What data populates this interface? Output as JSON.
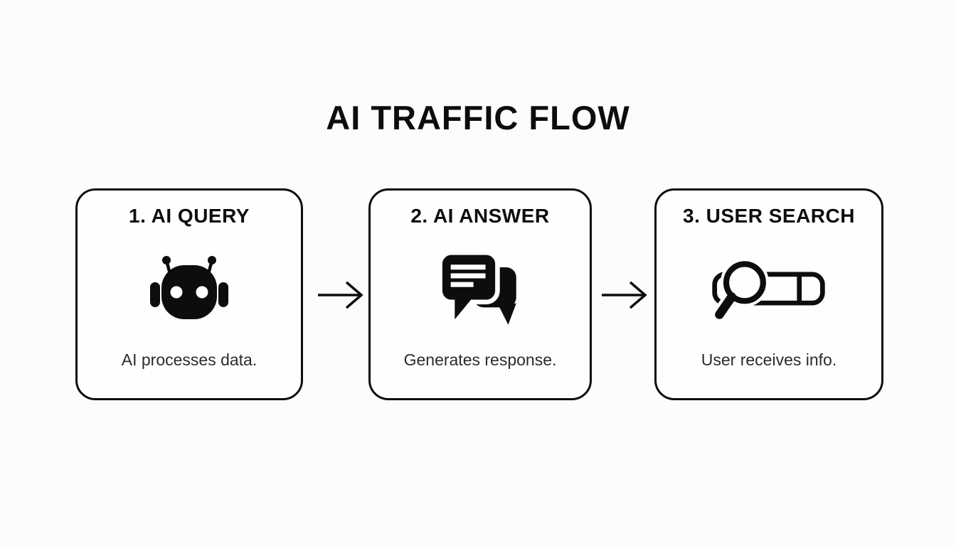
{
  "title": "AI TRAFFIC FLOW",
  "colors": {
    "background": "#fcfcfc",
    "ink": "#0d0d0d",
    "box_border": "#0d0d0d",
    "description_text": "#2b2b2b"
  },
  "steps": [
    {
      "heading": "1. AI QUERY",
      "icon": "robot-icon",
      "description": "AI processes data."
    },
    {
      "heading": "2. AI ANSWER",
      "icon": "chat-bubbles-icon",
      "description": "Generates response."
    },
    {
      "heading": "3. USER SEARCH",
      "icon": "search-bar-icon",
      "description": "User receives info."
    }
  ],
  "connectors": [
    "arrow-right",
    "arrow-right"
  ]
}
